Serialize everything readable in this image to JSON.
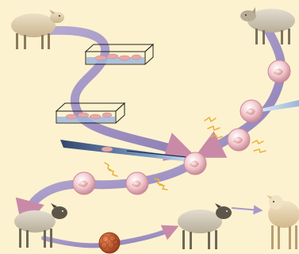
{
  "diagram": {
    "background": "#fdf2cf",
    "arrow_color": "#9b8bbd",
    "arrow_highlight": "#c9b8e3",
    "tip_color": "#c98aa8",
    "dish_fill": "#9fb8e0",
    "cell_fill": "#e6a8a8",
    "spark_color": "#e8b23a",
    "needle_dark": "#3b4e78",
    "needle_light": "#9fc4ea",
    "embryo_color": "#c0562f",
    "sheep_color": "#d8c6a4",
    "elements": [
      "sheep-top-left",
      "sheep-top-right",
      "culture-dish-upper",
      "culture-dish-lower",
      "micropipette",
      "fusion-egg-center",
      "egg-chain-right",
      "egg-chain-bottom",
      "embryo",
      "surrogate-sheep-left",
      "surrogate-sheep-mid",
      "lamb-clone"
    ]
  }
}
